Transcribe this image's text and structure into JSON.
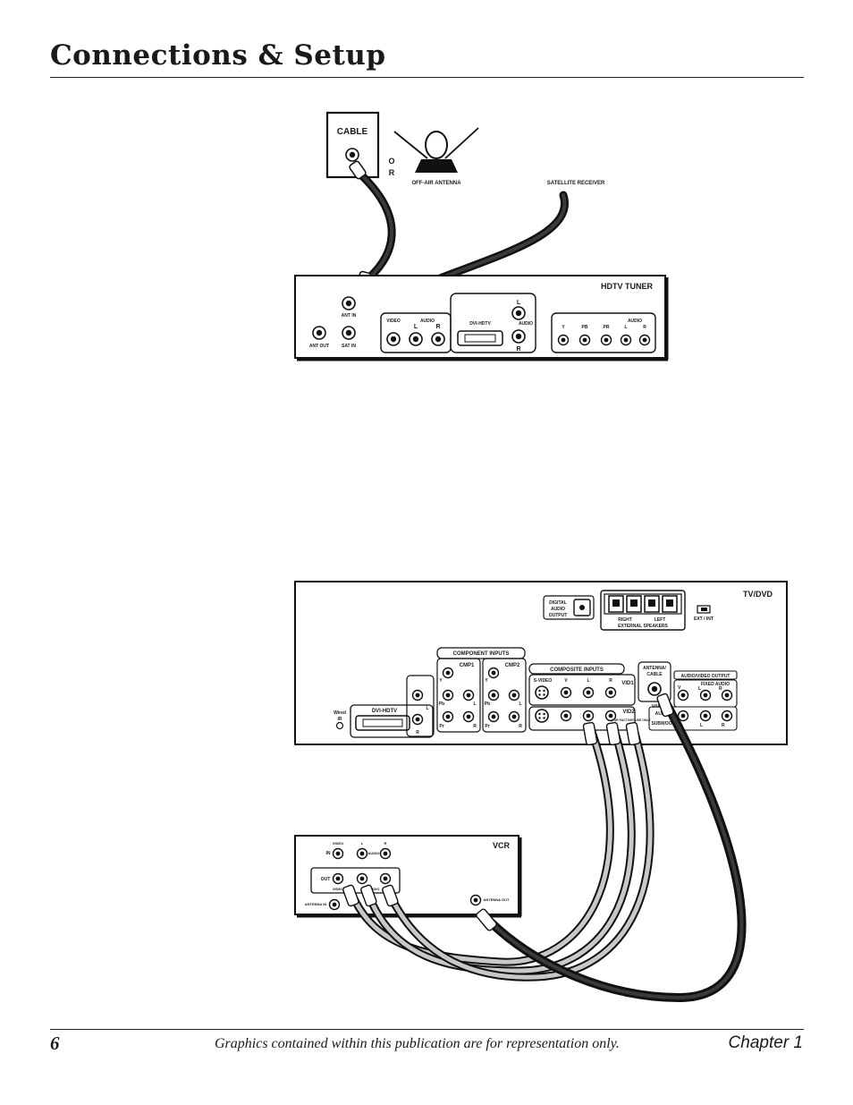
{
  "page": {
    "title": "Connections & Setup",
    "page_number": "6",
    "footnote": "Graphics contained within this publication are for representation only.",
    "chapter": "Chapter 1"
  },
  "top_diagram": {
    "cable_label": "CABLE",
    "or_label_1": "O",
    "or_label_2": "R",
    "antenna_label": "OFF-AIR ANTENNA",
    "satellite_label": "SATELLITE RECEIVER",
    "tuner": {
      "title": "HDTV TUNER",
      "ant_in": "ANT IN",
      "ant_out": "ANT OUT",
      "sat_in": "SAT IN",
      "video": "VIDEO",
      "audio": "AUDIO",
      "l": "L",
      "r": "R",
      "dvi": "DVI-HDTV",
      "y": "Y",
      "pb": "PB",
      "pr": "PR"
    }
  },
  "tv_panel": {
    "title": "TV/DVD",
    "digital_audio_1": "DIGITAL",
    "digital_audio_2": "AUDIO",
    "digital_audio_3": "OUTPUT",
    "right": "RIGHT",
    "left": "LEFT",
    "external_speakers": "EXTERNAL SPEAKERS",
    "ext_int": "EXT / INT",
    "component_inputs": "COMPONENT INPUTS",
    "cmp1": "CMP1",
    "cmp2": "CMP2",
    "composite_inputs": "COMPOSITE INPUTS",
    "s_video": "S-VIDEO",
    "v": "V",
    "l": "L",
    "r": "R",
    "y": "Y",
    "pb": "Pb",
    "pr": "Pr",
    "vid1": "VID1",
    "vid2": "VID2",
    "factory": "FOR FACTORY USE ONLY",
    "antenna_cable_1": "ANTENNA/",
    "antenna_cable_2": "CABLE",
    "av_output": "AUDIO/VIDEO OUTPUT",
    "fixed_audio": "FIXED AUDIO",
    "subwoofer": "SUBWOOFER",
    "var_audio_1": "VAR",
    "var_audio_2": "AUD",
    "wired_ir_1": "Wired",
    "wired_ir_2": "IR",
    "dvi": "DVI-HDTV"
  },
  "vcr": {
    "title": "VCR",
    "video": "VIDEO",
    "in": "IN",
    "l": "L",
    "r": "R",
    "audio": "AUDIO",
    "out": "OUT",
    "antenna_in": "ANTENNA IN",
    "antenna_out": "ANTENNA OUT"
  }
}
